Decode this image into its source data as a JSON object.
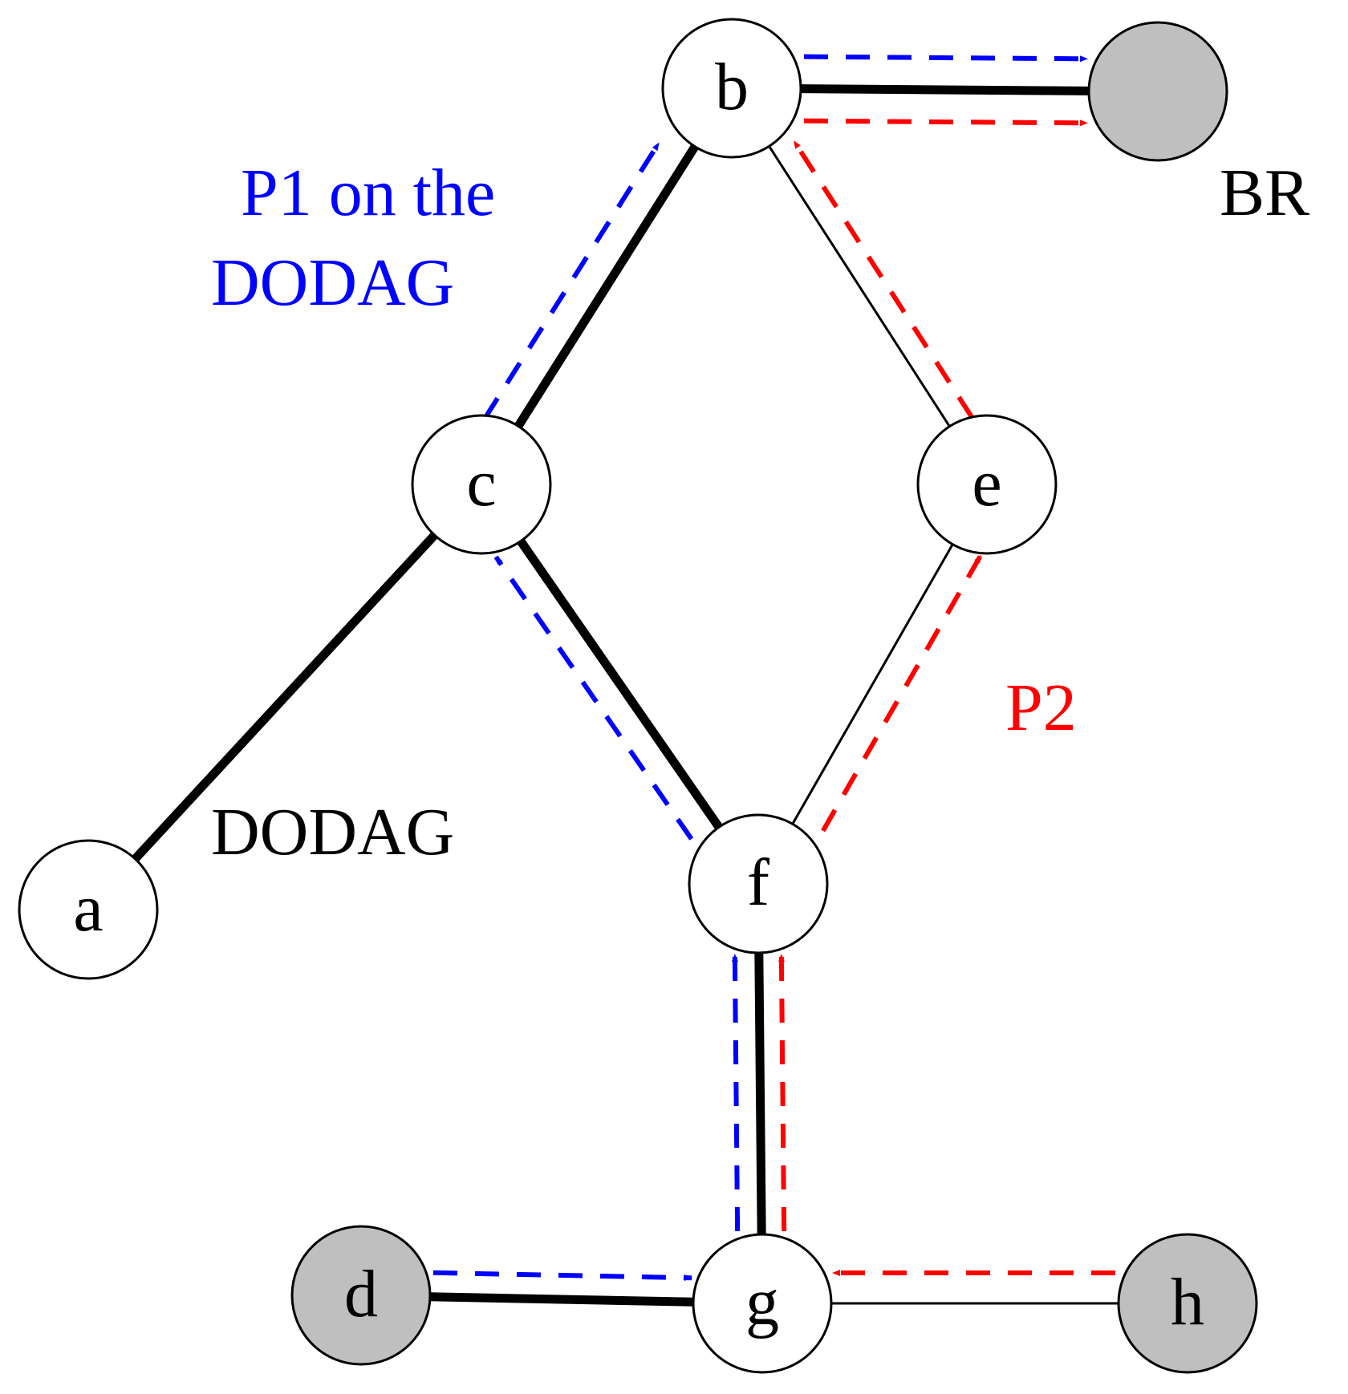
{
  "nodes": [
    {
      "id": "a",
      "label": "a",
      "fill": "#ffffff"
    },
    {
      "id": "b",
      "label": "b",
      "fill": "#ffffff"
    },
    {
      "id": "c",
      "label": "c",
      "fill": "#ffffff"
    },
    {
      "id": "d",
      "label": "d",
      "fill": "#bfbfbf"
    },
    {
      "id": "e",
      "label": "e",
      "fill": "#ffffff"
    },
    {
      "id": "f",
      "label": "f",
      "fill": "#ffffff"
    },
    {
      "id": "g",
      "label": "g",
      "fill": "#ffffff"
    },
    {
      "id": "h",
      "label": "h",
      "fill": "#bfbfbf"
    },
    {
      "id": "br",
      "label": "",
      "fill": "#bfbfbf"
    }
  ],
  "edges": [
    {
      "from": "b",
      "to": "br",
      "style": "thick"
    },
    {
      "from": "c",
      "to": "b",
      "style": "thick"
    },
    {
      "from": "a",
      "to": "c",
      "style": "thick"
    },
    {
      "from": "c",
      "to": "f",
      "style": "thick"
    },
    {
      "from": "f",
      "to": "g",
      "style": "thick"
    },
    {
      "from": "d",
      "to": "g",
      "style": "thick"
    },
    {
      "from": "e",
      "to": "b",
      "style": "thin"
    },
    {
      "from": "f",
      "to": "e",
      "style": "thin"
    },
    {
      "from": "g",
      "to": "h",
      "style": "thin"
    }
  ],
  "paths": [
    {
      "name": "P1",
      "color": "#0000ff",
      "hops": [
        [
          "d",
          "g"
        ],
        [
          "g",
          "f"
        ],
        [
          "f",
          "c"
        ],
        [
          "c",
          "b"
        ],
        [
          "b",
          "br"
        ]
      ]
    },
    {
      "name": "P2",
      "color": "#ff0000",
      "hops": [
        [
          "h",
          "g"
        ],
        [
          "g",
          "f"
        ],
        [
          "f",
          "e"
        ],
        [
          "e",
          "b"
        ],
        [
          "b",
          "br"
        ]
      ]
    }
  ],
  "labels": {
    "br": "BR",
    "p1_line1": "P1 on the",
    "p1_line2": "DODAG",
    "p2": "P2",
    "dodag": "DODAG"
  },
  "colors": {
    "p1": "#0000ff",
    "p2": "#ff0000",
    "edge": "#000000",
    "text": "#000000"
  }
}
